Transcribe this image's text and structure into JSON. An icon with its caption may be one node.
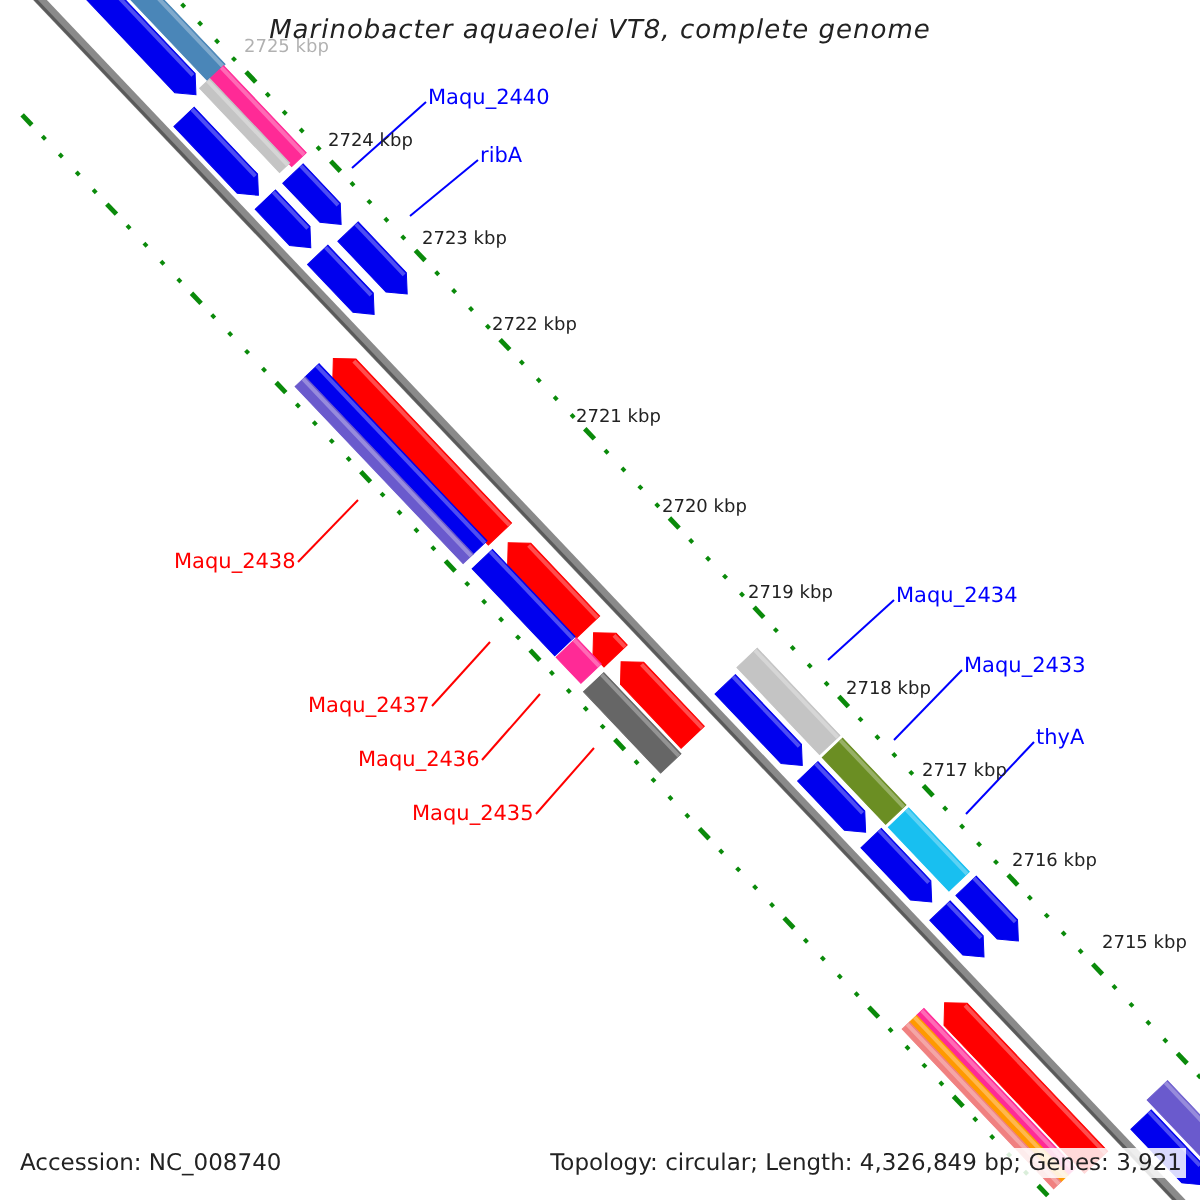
{
  "diagram": {
    "title": "Marinobacter aquaeolei VT8, complete genome",
    "nodes": [
      {
        "text": [
          "Maqu_2440"
        ]
      },
      {
        "text": [
          "ribA"
        ]
      },
      {
        "text": [
          "Maqu_2438"
        ]
      },
      {
        "text": [
          "Maqu_2434"
        ]
      },
      {
        "text": [
          "Maqu_2433"
        ]
      },
      {
        "text": [
          "Maqu_2437"
        ]
      },
      {
        "text": [
          "thyA"
        ]
      },
      {
        "text": [
          "Maqu_2436"
        ]
      },
      {
        "text": [
          "Maqu_2435"
        ]
      }
    ],
    "edges": [
      {
        "from": 0,
        "to": null,
        "arrow": "none"
      },
      {
        "from": 1,
        "to": null,
        "arrow": "none"
      },
      {
        "from": 2,
        "to": null,
        "arrow": "none",
        "color": "#ff0000"
      },
      {
        "from": 3,
        "to": null,
        "arrow": "none"
      },
      {
        "from": 4,
        "to": null,
        "arrow": "none"
      },
      {
        "from": 5,
        "to": null,
        "arrow": "none",
        "color": "#ff0000"
      },
      {
        "from": 6,
        "to": null,
        "arrow": "none"
      },
      {
        "from": 7,
        "to": null,
        "arrow": "none",
        "color": "#ff0000"
      },
      {
        "from": 8,
        "to": null,
        "arrow": "none",
        "color": "#ff0000"
      }
    ],
    "labels": [
      "2725 kbp",
      "2724 kbp",
      "2723 kbp",
      "2722 kbp",
      "2721 kbp",
      "2720 kbp",
      "2719 kbp",
      "2718 kbp",
      "2717 kbp",
      "2716 kbp",
      "2715 kbp",
      "Accession: NC_008740",
      "Topology: circular; Length: 4,326,849 bp; Genes: 3,921"
    ]
  }
}
